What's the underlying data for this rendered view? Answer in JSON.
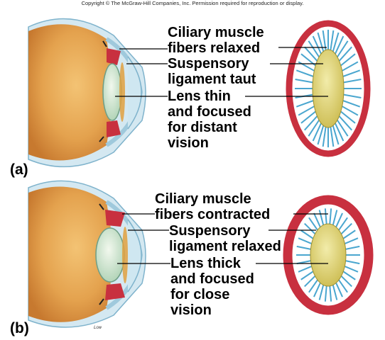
{
  "copyright": "Copyright © The McGraw-Hill Companies, Inc. Permission required for reproduction or display.",
  "panel_a": {
    "tag": "(a)",
    "ciliary": [
      "Ciliary muscle",
      "fibers relaxed"
    ],
    "suspensory": [
      "Suspensory",
      "ligament taut"
    ],
    "lens": [
      "Lens thin",
      "and focused",
      "for distant",
      "vision"
    ]
  },
  "panel_b": {
    "tag": "(b)",
    "ciliary": [
      "Ciliary muscle",
      "fibers contracted"
    ],
    "suspensory": [
      "Suspensory",
      "ligament relaxed"
    ],
    "lens": [
      "Lens thick",
      "and focused",
      "for close",
      "vision"
    ]
  },
  "signature": "Low",
  "colors": {
    "eyeball": "#e4a24e",
    "sclera": "#b9d8e8",
    "cornea": "#cfe7f1",
    "lens": "#cde4cc",
    "ciliary_muscle": "#c8303f",
    "ligament": "#4aa6cf",
    "lens_front": "#d9cc5a"
  }
}
